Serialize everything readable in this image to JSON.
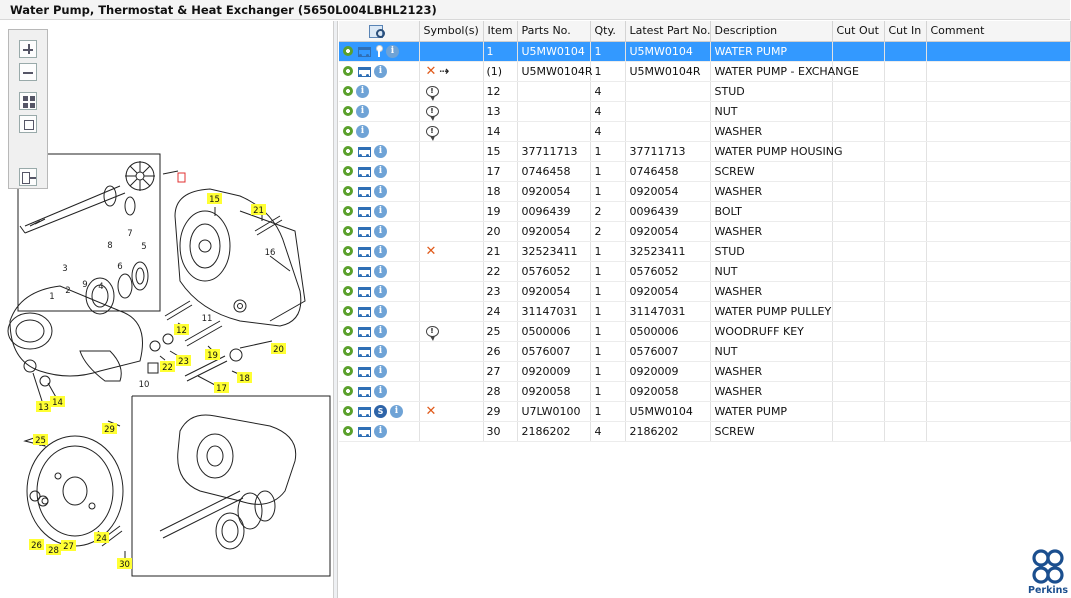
{
  "window": {
    "title": "Water Pump, Thermostat & Heat Exchanger (5650L004LBHL2123)"
  },
  "brand": {
    "name": "Perkins",
    "color": "#1b4f8f"
  },
  "zoom_tools": [
    {
      "name": "zoom-in-icon"
    },
    {
      "name": "zoom-out-icon"
    },
    {
      "name": "fit-grid-icon"
    },
    {
      "name": "actual-size-icon"
    },
    {
      "name": "export-icon"
    }
  ],
  "diagram": {
    "callouts": [
      "15",
      "21",
      "16",
      "12",
      "20",
      "19",
      "22",
      "23",
      "18",
      "17",
      "13",
      "14",
      "25",
      "29",
      "24",
      "26",
      "28",
      "27",
      "30"
    ],
    "labels": [
      "7",
      "8",
      "3",
      "6",
      "5",
      "4",
      "9",
      "2",
      "1",
      "11",
      "10",
      "16"
    ]
  },
  "grid": {
    "columns": [
      "",
      "Symbol(s)",
      "Item",
      "Parts No.",
      "Qty.",
      "Latest Part No.",
      "Description",
      "Cut Out",
      "Cut In",
      "Comment"
    ],
    "selected_color": "#3399ff",
    "rows": [
      {
        "icons": [
          "gear",
          "cart",
          "key",
          "info"
        ],
        "symbols": [],
        "item": "1",
        "part": "U5MW0104",
        "qty": "1",
        "latest": "U5MW0104",
        "desc": "WATER PUMP",
        "selected": true
      },
      {
        "icons": [
          "gear",
          "cart",
          "info"
        ],
        "symbols": [
          "x",
          "arrow"
        ],
        "item": "(1)",
        "part": "U5MW0104R",
        "qty": "1",
        "latest": "U5MW0104R",
        "desc": "WATER PUMP - EXCHANGE"
      },
      {
        "icons": [
          "gear",
          "info"
        ],
        "symbols": [
          "bubble"
        ],
        "item": "12",
        "part": "",
        "qty": "4",
        "latest": "",
        "desc": "STUD"
      },
      {
        "icons": [
          "gear",
          "info"
        ],
        "symbols": [
          "bubble"
        ],
        "item": "13",
        "part": "",
        "qty": "4",
        "latest": "",
        "desc": "NUT"
      },
      {
        "icons": [
          "gear",
          "info"
        ],
        "symbols": [
          "bubble"
        ],
        "item": "14",
        "part": "",
        "qty": "4",
        "latest": "",
        "desc": "WASHER"
      },
      {
        "icons": [
          "gear",
          "cart",
          "info"
        ],
        "symbols": [],
        "item": "15",
        "part": "37711713",
        "qty": "1",
        "latest": "37711713",
        "desc": "WATER PUMP HOUSING"
      },
      {
        "icons": [
          "gear",
          "cart",
          "info"
        ],
        "symbols": [],
        "item": "17",
        "part": "0746458",
        "qty": "1",
        "latest": "0746458",
        "desc": "SCREW"
      },
      {
        "icons": [
          "gear",
          "cart",
          "info"
        ],
        "symbols": [],
        "item": "18",
        "part": "0920054",
        "qty": "1",
        "latest": "0920054",
        "desc": "WASHER"
      },
      {
        "icons": [
          "gear",
          "cart",
          "info"
        ],
        "symbols": [],
        "item": "19",
        "part": "0096439",
        "qty": "2",
        "latest": "0096439",
        "desc": "BOLT"
      },
      {
        "icons": [
          "gear",
          "cart",
          "info"
        ],
        "symbols": [],
        "item": "20",
        "part": "0920054",
        "qty": "2",
        "latest": "0920054",
        "desc": "WASHER"
      },
      {
        "icons": [
          "gear",
          "cart",
          "info"
        ],
        "symbols": [
          "x"
        ],
        "item": "21",
        "part": "32523411",
        "qty": "1",
        "latest": "32523411",
        "desc": "STUD"
      },
      {
        "icons": [
          "gear",
          "cart",
          "info"
        ],
        "symbols": [],
        "item": "22",
        "part": "0576052",
        "qty": "1",
        "latest": "0576052",
        "desc": "NUT"
      },
      {
        "icons": [
          "gear",
          "cart",
          "info"
        ],
        "symbols": [],
        "item": "23",
        "part": "0920054",
        "qty": "1",
        "latest": "0920054",
        "desc": "WASHER"
      },
      {
        "icons": [
          "gear",
          "cart",
          "info"
        ],
        "symbols": [],
        "item": "24",
        "part": "31147031",
        "qty": "1",
        "latest": "31147031",
        "desc": "WATER PUMP PULLEY"
      },
      {
        "icons": [
          "gear",
          "cart",
          "info"
        ],
        "symbols": [
          "bubble"
        ],
        "item": "25",
        "part": "0500006",
        "qty": "1",
        "latest": "0500006",
        "desc": "WOODRUFF KEY"
      },
      {
        "icons": [
          "gear",
          "cart",
          "info"
        ],
        "symbols": [],
        "item": "26",
        "part": "0576007",
        "qty": "1",
        "latest": "0576007",
        "desc": "NUT"
      },
      {
        "icons": [
          "gear",
          "cart",
          "info"
        ],
        "symbols": [],
        "item": "27",
        "part": "0920009",
        "qty": "1",
        "latest": "0920009",
        "desc": "WASHER"
      },
      {
        "icons": [
          "gear",
          "cart",
          "info"
        ],
        "symbols": [],
        "item": "28",
        "part": "0920058",
        "qty": "1",
        "latest": "0920058",
        "desc": "WASHER"
      },
      {
        "icons": [
          "gear",
          "cart",
          "s",
          "info"
        ],
        "symbols": [
          "x"
        ],
        "item": "29",
        "part": "U7LW0100",
        "qty": "1",
        "latest": "U5MW0104",
        "desc": "WATER PUMP"
      },
      {
        "icons": [
          "gear",
          "cart",
          "info"
        ],
        "symbols": [],
        "item": "30",
        "part": "2186202",
        "qty": "4",
        "latest": "2186202",
        "desc": "SCREW"
      }
    ]
  }
}
